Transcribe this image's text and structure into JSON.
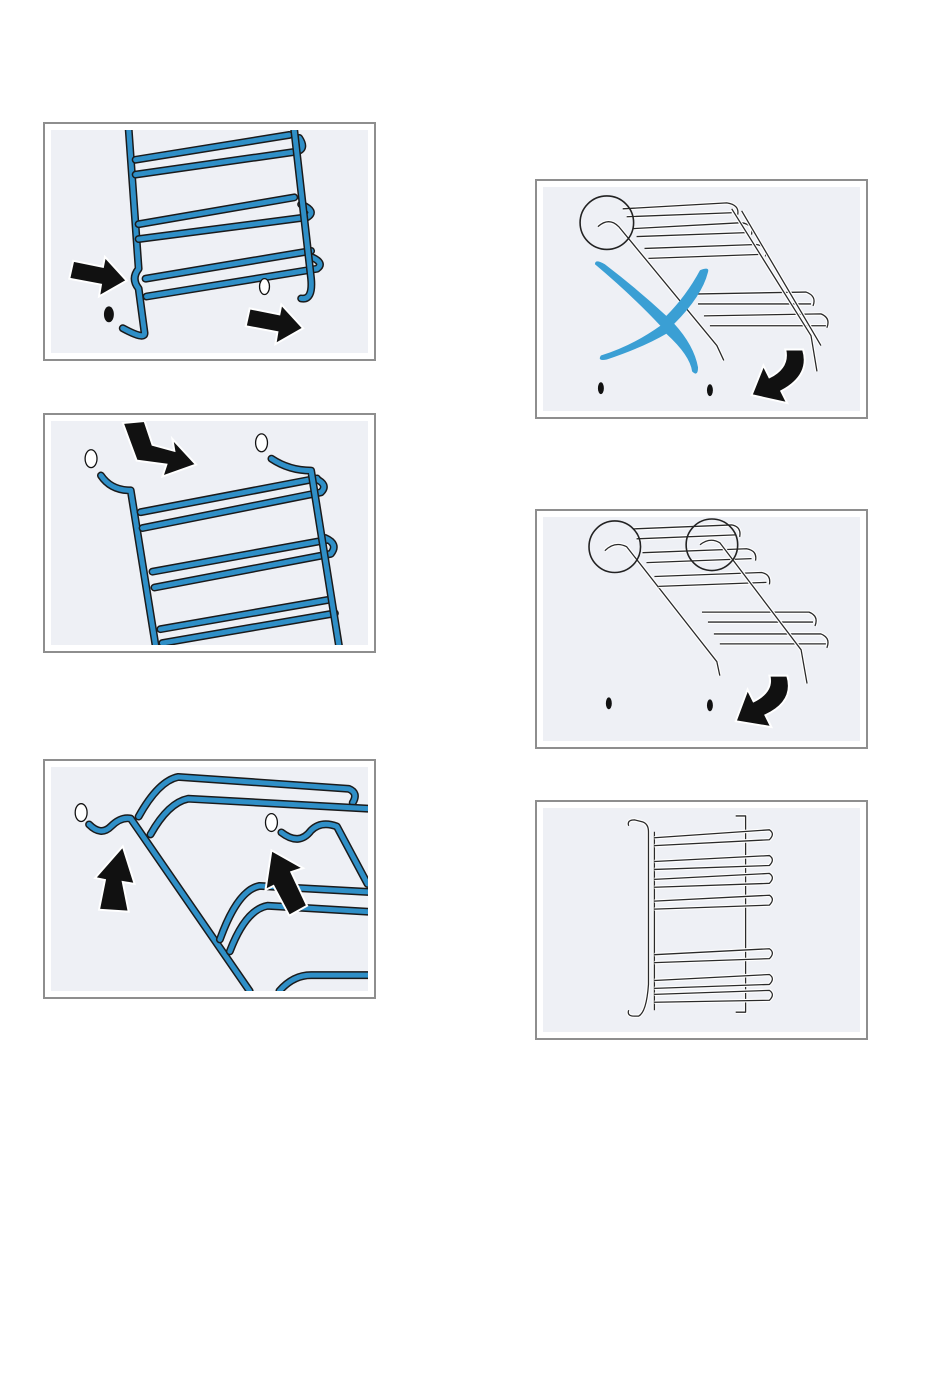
{
  "figures": [
    {
      "name": "hang-rack-in-holes",
      "wire_color": "#2f8fc7",
      "background": "#eef0f5"
    },
    {
      "name": "hook-rack-top",
      "wire_color": "#2f8fc7",
      "background": "#eef0f5"
    },
    {
      "name": "lift-rack-arrows",
      "wire_color": "#2f8fc7",
      "background": "#eef0f5"
    },
    {
      "name": "wrong-orientation",
      "cross_color": "#3a9fd4",
      "background": "#eef0f5"
    },
    {
      "name": "correct-orientation",
      "background": "#eef0f5"
    },
    {
      "name": "rack-front-view",
      "background": "#eef0f5"
    }
  ]
}
